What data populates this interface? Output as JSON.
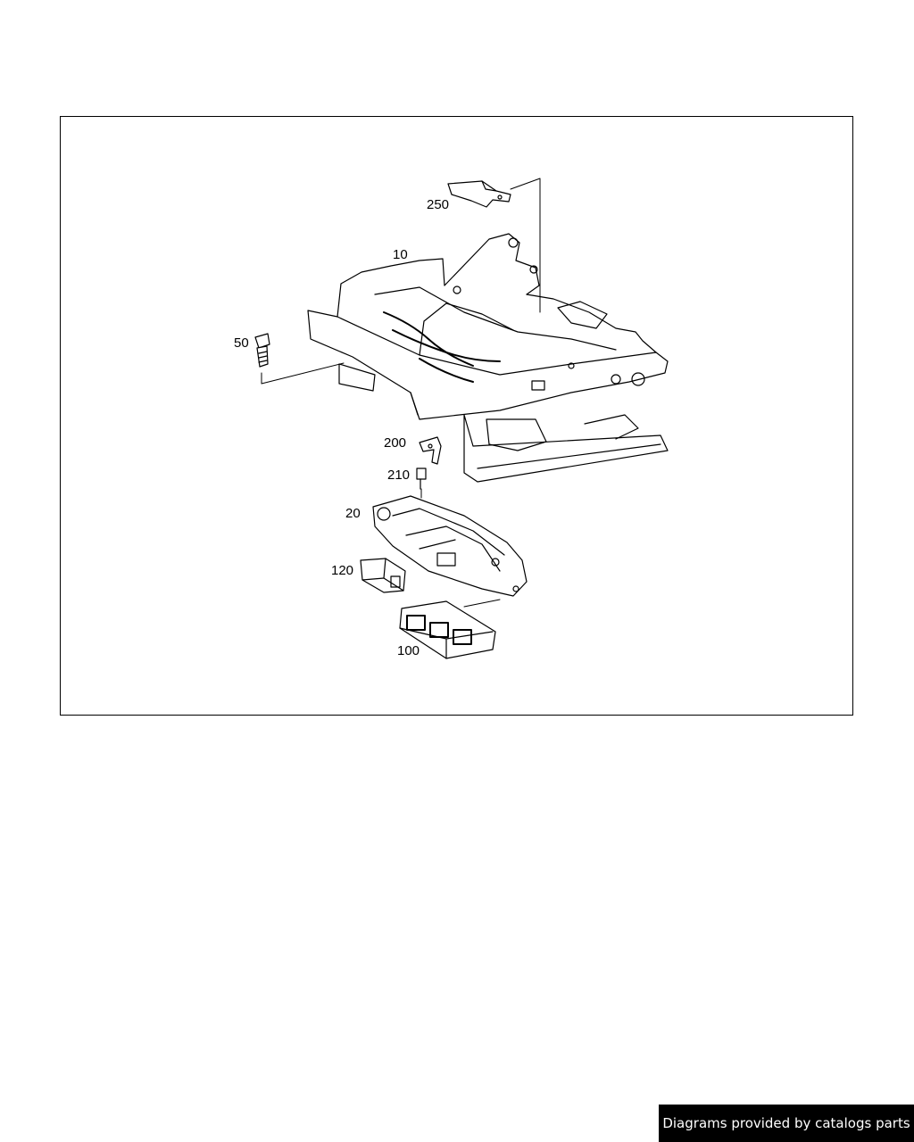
{
  "diagram": {
    "callouts": {
      "c250": "250",
      "c10": "10",
      "c50": "50",
      "c200": "200",
      "c210": "210",
      "c20": "20",
      "c120": "120",
      "c100": "100"
    }
  },
  "footer": {
    "credit": "Diagrams provided by catalogs parts"
  }
}
